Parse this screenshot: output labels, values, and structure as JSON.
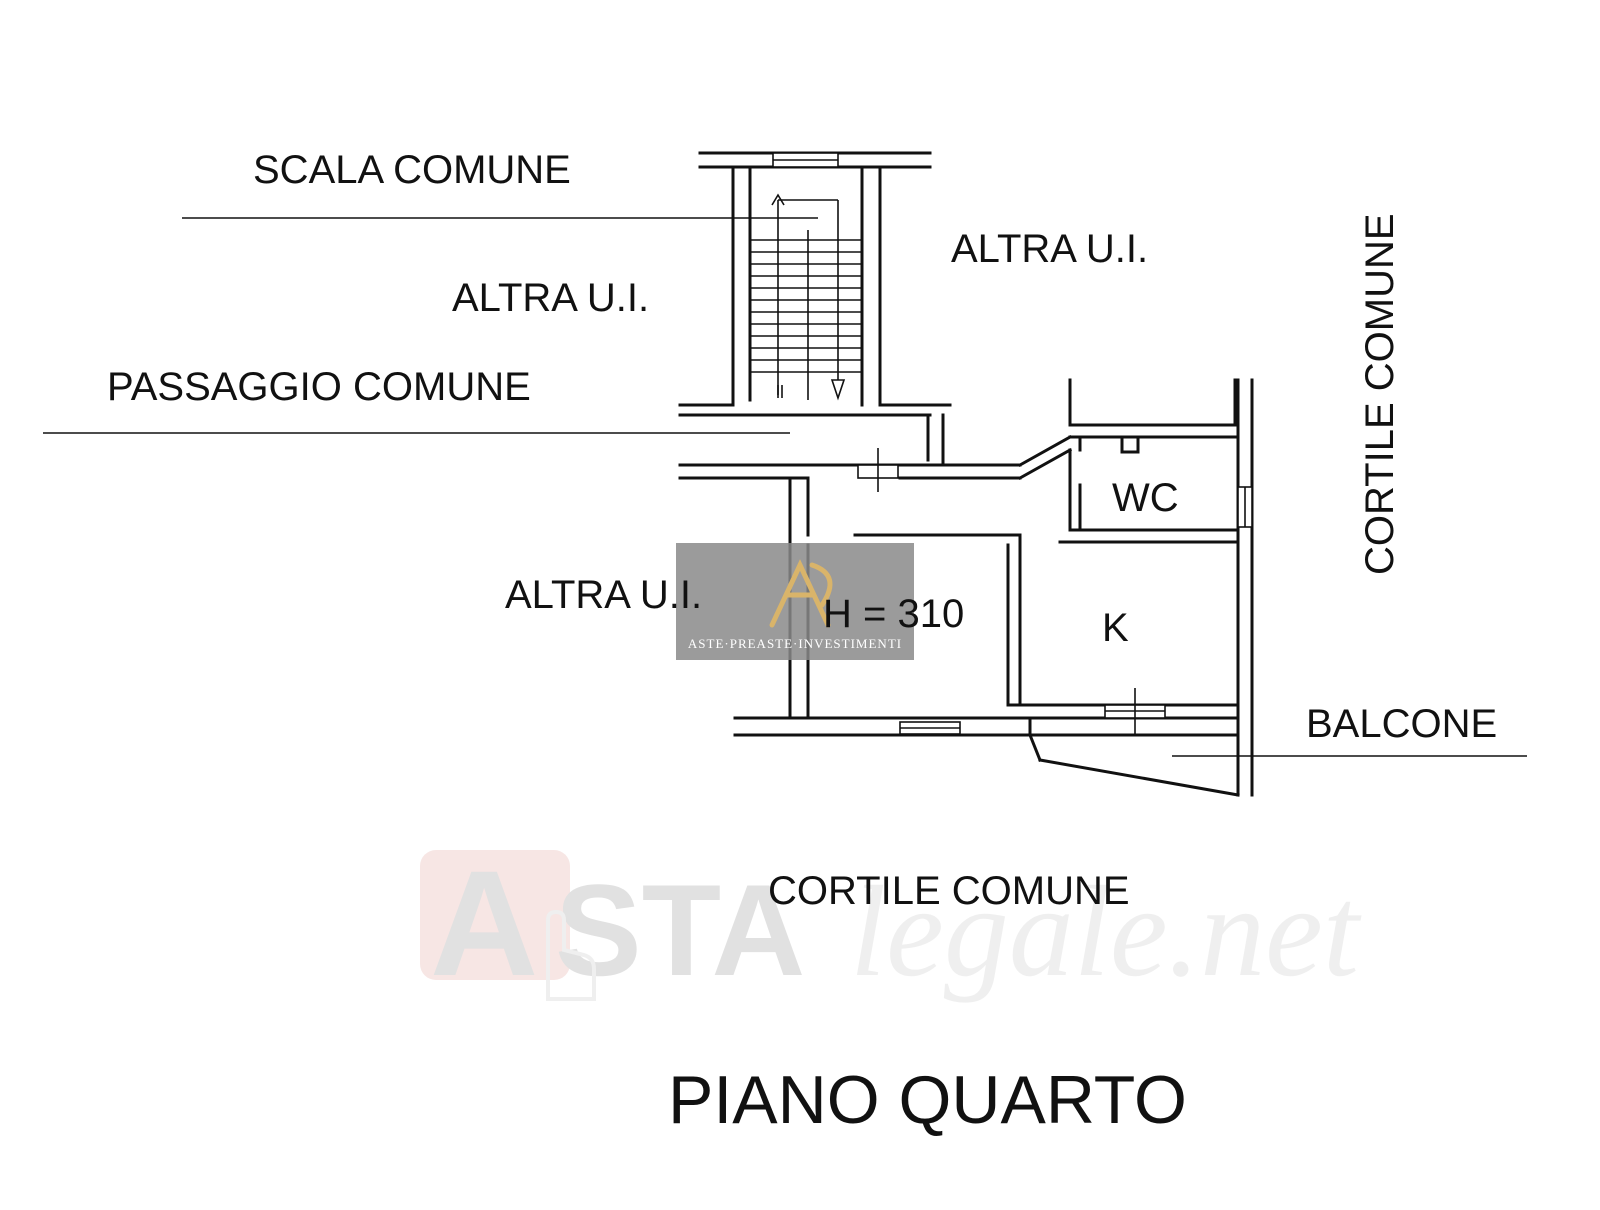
{
  "labels": {
    "scala_comune": "SCALA COMUNE",
    "passaggio_comune": "PASSAGGIO COMUNE",
    "altra_ui_left_top": "ALTRA U.I.",
    "altra_ui_right_top": "ALTRA U.I.",
    "altra_ui_left_mid": "ALTRA U.I.",
    "cortile_comune_vertical": "CORTILE COMUNE",
    "cortile_comune_bottom": "CORTILE COMUNE",
    "wc": "WC",
    "kitchen": "K",
    "height": "H = 310",
    "balcone": "BALCONE",
    "floor_title": "PIANO QUARTO"
  },
  "watermarks": {
    "agency_caption": "ASTE·PREASTE·INVESTIMENTI",
    "site_a": "A",
    "site_sta": "STA",
    "site_legale": "legale.net"
  },
  "colors": {
    "ink": "#111111",
    "watermark_gray": "#808080",
    "watermark_red": "#c0392b",
    "logo_gold": "#d9b46a"
  }
}
